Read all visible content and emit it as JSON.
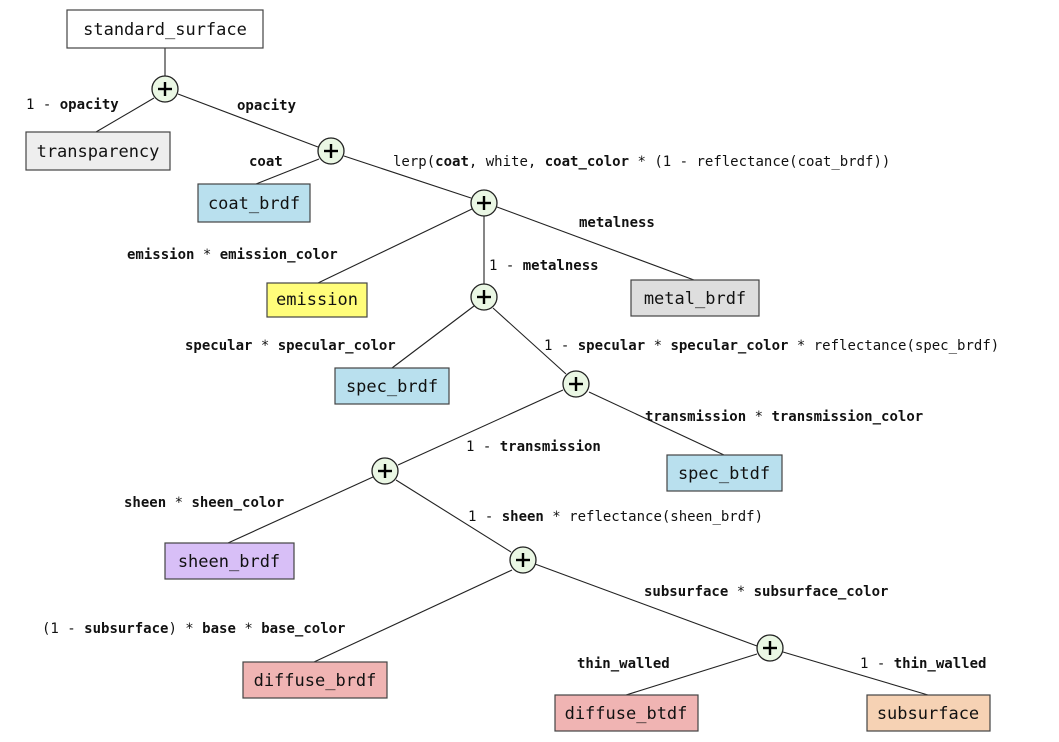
{
  "colors": {
    "white_box": "#ffffff",
    "gray_box": "#eeeeee",
    "blue_box": "#b9e0ee",
    "yellow_box": "#fffd7a",
    "darkgray_box": "#dedede",
    "purple_box": "#d8bff7",
    "red_box": "#f0b4b3",
    "peach_box": "#f6d2b4",
    "plus_node": "#eaf7e4"
  },
  "nodes": {
    "standard_surface": "standard_surface",
    "transparency": "transparency",
    "coat_brdf": "coat_brdf",
    "emission": "emission",
    "metal_brdf": "metal_brdf",
    "spec_brdf": "spec_brdf",
    "spec_btdf": "spec_btdf",
    "sheen_brdf": "sheen_brdf",
    "diffuse_brdf": "diffuse_brdf",
    "diffuse_btdf": "diffuse_btdf",
    "subsurface": "subsurface"
  },
  "labels": {
    "one_minus_opacity": [
      {
        "t": "1 - "
      },
      {
        "t": "opacity",
        "b": true
      }
    ],
    "opacity": [
      {
        "t": "opacity",
        "b": true
      }
    ],
    "coat": [
      {
        "t": "coat",
        "b": true
      }
    ],
    "lerp_coat": [
      {
        "t": "lerp("
      },
      {
        "t": "coat",
        "b": true
      },
      {
        "t": ", white, "
      },
      {
        "t": "coat_color",
        "b": true
      },
      {
        "t": " * (1 - reflectance(coat_brdf))"
      }
    ],
    "metalness": [
      {
        "t": "metalness",
        "b": true
      }
    ],
    "emission_weight": [
      {
        "t": "emission",
        "b": true
      },
      {
        "t": " * "
      },
      {
        "t": "emission_color",
        "b": true
      }
    ],
    "one_minus_metalness": [
      {
        "t": "1 - "
      },
      {
        "t": "metalness",
        "b": true
      }
    ],
    "specular_weight": [
      {
        "t": "specular",
        "b": true
      },
      {
        "t": " * "
      },
      {
        "t": "specular_color",
        "b": true
      }
    ],
    "one_minus_specular": [
      {
        "t": "1 - "
      },
      {
        "t": "specular",
        "b": true
      },
      {
        "t": " * "
      },
      {
        "t": "specular_color",
        "b": true
      },
      {
        "t": " * reflectance(spec_brdf)"
      }
    ],
    "transmission_weight": [
      {
        "t": "transmission",
        "b": true
      },
      {
        "t": " * "
      },
      {
        "t": "transmission_color",
        "b": true
      }
    ],
    "one_minus_transmission": [
      {
        "t": "1 - "
      },
      {
        "t": "transmission",
        "b": true
      }
    ],
    "sheen_weight": [
      {
        "t": "sheen",
        "b": true
      },
      {
        "t": " * "
      },
      {
        "t": "sheen_color",
        "b": true
      }
    ],
    "one_minus_sheen": [
      {
        "t": "1 - "
      },
      {
        "t": "sheen",
        "b": true
      },
      {
        "t": " * reflectance(sheen_brdf)"
      }
    ],
    "subsurface_weight": [
      {
        "t": "subsurface",
        "b": true
      },
      {
        "t": " * "
      },
      {
        "t": "subsurface_color",
        "b": true
      }
    ],
    "base_weight": [
      {
        "t": "(1 - "
      },
      {
        "t": "subsurface",
        "b": true
      },
      {
        "t": ") * "
      },
      {
        "t": "base",
        "b": true
      },
      {
        "t": " * "
      },
      {
        "t": "base_color",
        "b": true
      }
    ],
    "thin_walled": [
      {
        "t": "thin_walled",
        "b": true
      }
    ],
    "one_minus_thin_walled": [
      {
        "t": "1 - "
      },
      {
        "t": "thin_walled",
        "b": true
      }
    ]
  }
}
